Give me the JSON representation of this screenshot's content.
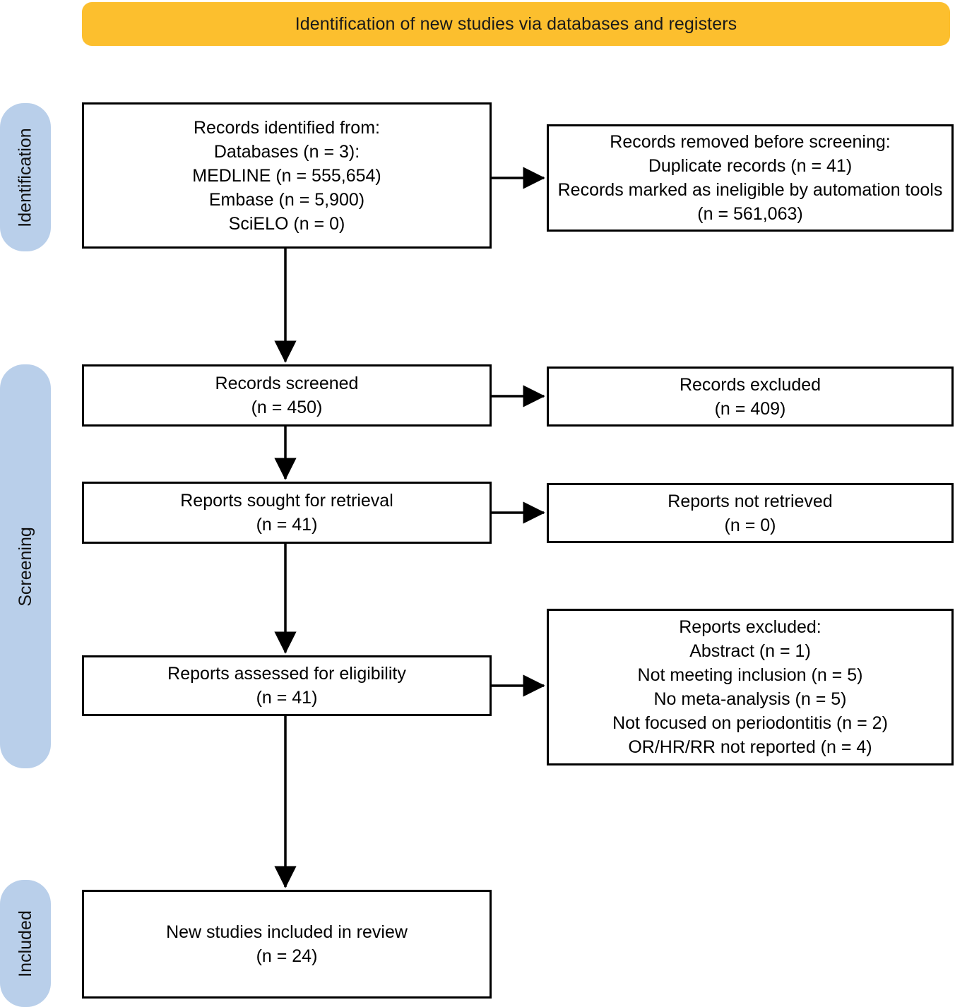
{
  "banner": {
    "label": "Identification of new studies via databases and registers",
    "color": "#FCBF2E"
  },
  "stages": [
    {
      "id": "identification",
      "label": "Identification",
      "color": "#B9CFEA"
    },
    {
      "id": "screening",
      "label": "Screening",
      "color": "#B9CFEA"
    },
    {
      "id": "included",
      "label": "Included",
      "color": "#B9CFEA"
    }
  ],
  "boxes": {
    "identified": {
      "text": "Records identified from:\nDatabases (n = 3):\nMEDLINE (n = 555,654)\nEmbase (n = 5,900)\nSciELO (n = 0)"
    },
    "removed": {
      "text": "Records removed before screening:\nDuplicate records (n = 41)\nRecords marked as ineligible by automation tools (n = 561,063)"
    },
    "screened": {
      "text": "Records screened\n(n = 450)"
    },
    "excluded": {
      "text": "Records excluded\n(n = 409)"
    },
    "sought": {
      "text": "Reports sought for retrieval\n(n = 41)"
    },
    "not_retrieved": {
      "text": "Reports not retrieved\n(n = 0)"
    },
    "assessed": {
      "text": "Reports assessed for eligibility\n(n = 41)"
    },
    "reports_excluded": {
      "text": "Reports excluded:\nAbstract (n = 1)\nNot meeting inclusion (n = 5)\nNo meta-analysis (n = 5)\nNot focused on periodontitis (n = 2)\nOR/HR/RR not reported (n = 4)"
    },
    "included": {
      "text": "New studies included in review\n(n = 24)"
    }
  },
  "chart_data": {
    "type": "diagram",
    "title": "PRISMA 2020 flow diagram",
    "nodes": [
      {
        "id": "identified",
        "stage": "Identification",
        "column": "left",
        "label": "Records identified from: Databases (n = 3): MEDLINE (n = 555,654), Embase (n = 5,900), SciELO (n = 0)",
        "counts": {
          "databases": 3,
          "MEDLINE": 555654,
          "Embase": 5900,
          "SciELO": 0
        }
      },
      {
        "id": "removed",
        "stage": "Identification",
        "column": "right",
        "label": "Records removed before screening: Duplicate records (n = 41); Records marked as ineligible by automation tools (n = 561,063)",
        "counts": {
          "duplicate_records": 41,
          "automation_tools": 561063
        }
      },
      {
        "id": "screened",
        "stage": "Screening",
        "column": "left",
        "label": "Records screened",
        "counts": {
          "n": 450
        }
      },
      {
        "id": "excluded",
        "stage": "Screening",
        "column": "right",
        "label": "Records excluded",
        "counts": {
          "n": 409
        }
      },
      {
        "id": "sought",
        "stage": "Screening",
        "column": "left",
        "label": "Reports sought for retrieval",
        "counts": {
          "n": 41
        }
      },
      {
        "id": "not_retrieved",
        "stage": "Screening",
        "column": "right",
        "label": "Reports not retrieved",
        "counts": {
          "n": 0
        }
      },
      {
        "id": "assessed",
        "stage": "Screening",
        "column": "left",
        "label": "Reports assessed for eligibility",
        "counts": {
          "n": 41
        }
      },
      {
        "id": "reports_excluded",
        "stage": "Screening",
        "column": "right",
        "label": "Reports excluded",
        "counts": {
          "Abstract": 1,
          "Not meeting inclusion": 5,
          "No meta-analysis": 5,
          "Not focused on periodontitis": 2,
          "OR/HR/RR not reported": 4
        }
      },
      {
        "id": "included",
        "stage": "Included",
        "column": "left",
        "label": "New studies included in review",
        "counts": {
          "n": 24
        }
      }
    ],
    "edges": [
      {
        "from": "identified",
        "to": "removed",
        "direction": "right"
      },
      {
        "from": "identified",
        "to": "screened",
        "direction": "down"
      },
      {
        "from": "screened",
        "to": "excluded",
        "direction": "right"
      },
      {
        "from": "screened",
        "to": "sought",
        "direction": "down"
      },
      {
        "from": "sought",
        "to": "not_retrieved",
        "direction": "right"
      },
      {
        "from": "sought",
        "to": "assessed",
        "direction": "down"
      },
      {
        "from": "assessed",
        "to": "reports_excluded",
        "direction": "right"
      },
      {
        "from": "assessed",
        "to": "included",
        "direction": "down"
      }
    ]
  }
}
